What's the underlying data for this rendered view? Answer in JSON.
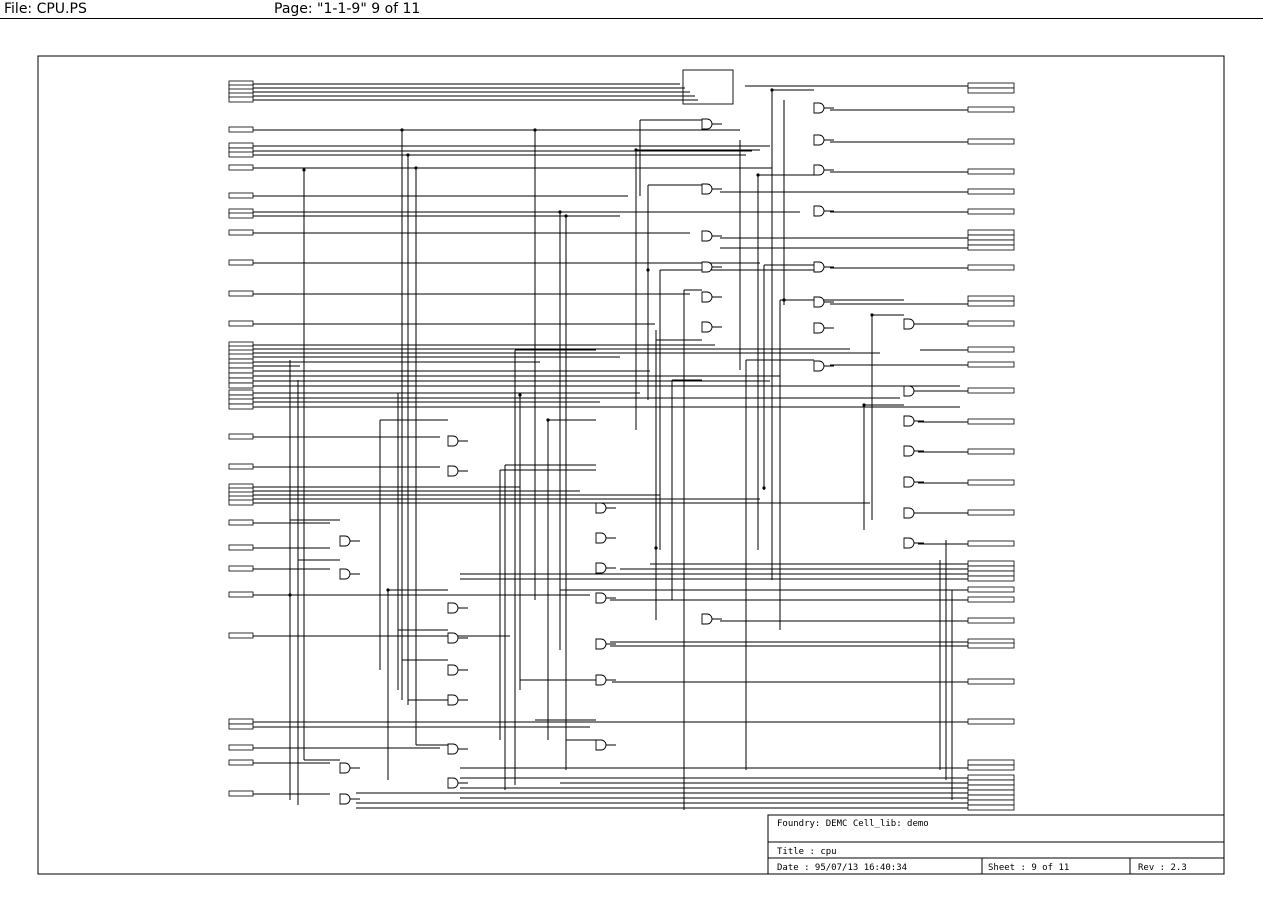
{
  "header": {
    "file_label": "File: CPU.PS",
    "page_label": "Page: \"1-1-9\"  9 of 11"
  },
  "title_block": {
    "foundry": "Foundry: DEMC    Cell_lib: demo",
    "title": "Title : cpu",
    "date": "Date  : 95/07/13  16:40:34",
    "sheet": "Sheet : 9 of 11",
    "rev": "Rev   : 2.3"
  },
  "colors": {
    "ink": "#000000",
    "paper": "#ffffff"
  }
}
